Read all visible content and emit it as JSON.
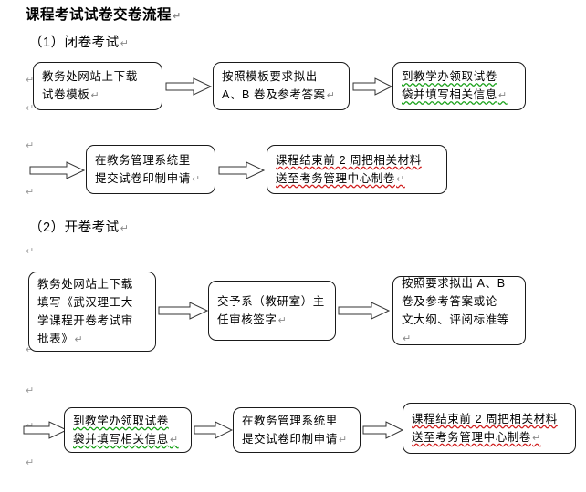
{
  "document": {
    "title": "课程考试试卷交卷流程",
    "paragraph_mark": "↵"
  },
  "sections": [
    {
      "id": "closed-book",
      "label": "（1）闭卷考试"
    },
    {
      "id": "open-book",
      "label": "（2）开卷考试"
    }
  ],
  "flow": {
    "row1": [
      {
        "id": "download-template",
        "text": "教务处网站上下载\n试卷模板"
      },
      {
        "id": "draft-ab-papers",
        "text": "按照模板要求拟出\nA、B 卷及参考答案"
      },
      {
        "id": "collect-bag-1",
        "text": "到教学办领取试卷\n袋并填写相关信息"
      }
    ],
    "row2": [
      {
        "id": "submit-print-request-1",
        "text": "在教务管理系统里\n提交试卷印制申请"
      },
      {
        "id": "deliver-materials-1",
        "text": "课程结束前 2 周把相关材料\n送至考务管理中心制卷"
      }
    ],
    "row3": [
      {
        "id": "download-approval-form",
        "text": "教务处网站上下载\n填写《武汉理工大\n学课程开卷考试审\n批表》"
      },
      {
        "id": "dept-head-sign",
        "text": "交予系（教研室）主\n任审核签字"
      },
      {
        "id": "draft-ab-with-outline",
        "text": "按照要求拟出 A、B\n卷及参考答案或论\n文大纲、评阅标准等"
      }
    ],
    "row4": [
      {
        "id": "collect-bag-2",
        "text": "到教学办领取试卷\n袋并填写相关信息"
      },
      {
        "id": "submit-print-request-2",
        "text": "在教务管理系统里\n提交试卷印制申请"
      },
      {
        "id": "deliver-materials-2",
        "text": "课程结束前 2 周把相关材料\n送至考务管理中心制卷"
      }
    ]
  },
  "colors": {
    "border": "#1a1a1a",
    "arrow_stroke": "#333333",
    "spell_error": "#d02020",
    "grammar_error": "#18a018",
    "paragraph_mark": "#9a9a9a"
  }
}
